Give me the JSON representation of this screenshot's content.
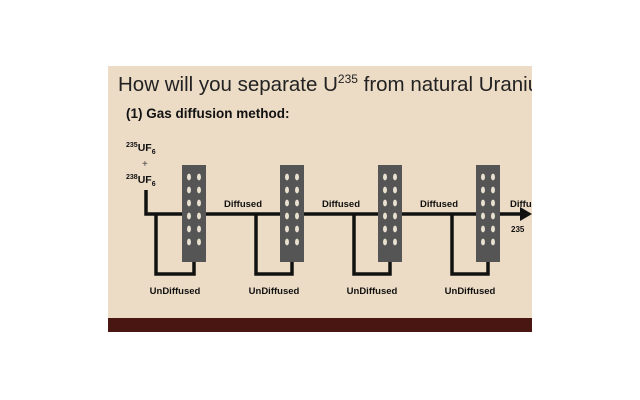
{
  "slide": {
    "title": {
      "prefix": "How will you separate U",
      "sup": "235",
      "suffix": " from natural Uranium"
    },
    "subtitle": "(1) Gas diffusion method:",
    "colors": {
      "background": "#ecdcc6",
      "barrier": "#555555",
      "bottom_bar": "#4a1612",
      "pipe": "#111111"
    }
  },
  "diagram": {
    "input_species": [
      {
        "mass": "235",
        "formula": "UF",
        "sub": "6"
      },
      {
        "mass": "238",
        "formula": "UF",
        "sub": "6"
      }
    ],
    "plus": "+",
    "diffused_label": "Diffused",
    "undiffused_label": "UnDiffused",
    "final_label": "Diffu",
    "final_sub": "235",
    "stage_count": 4
  }
}
